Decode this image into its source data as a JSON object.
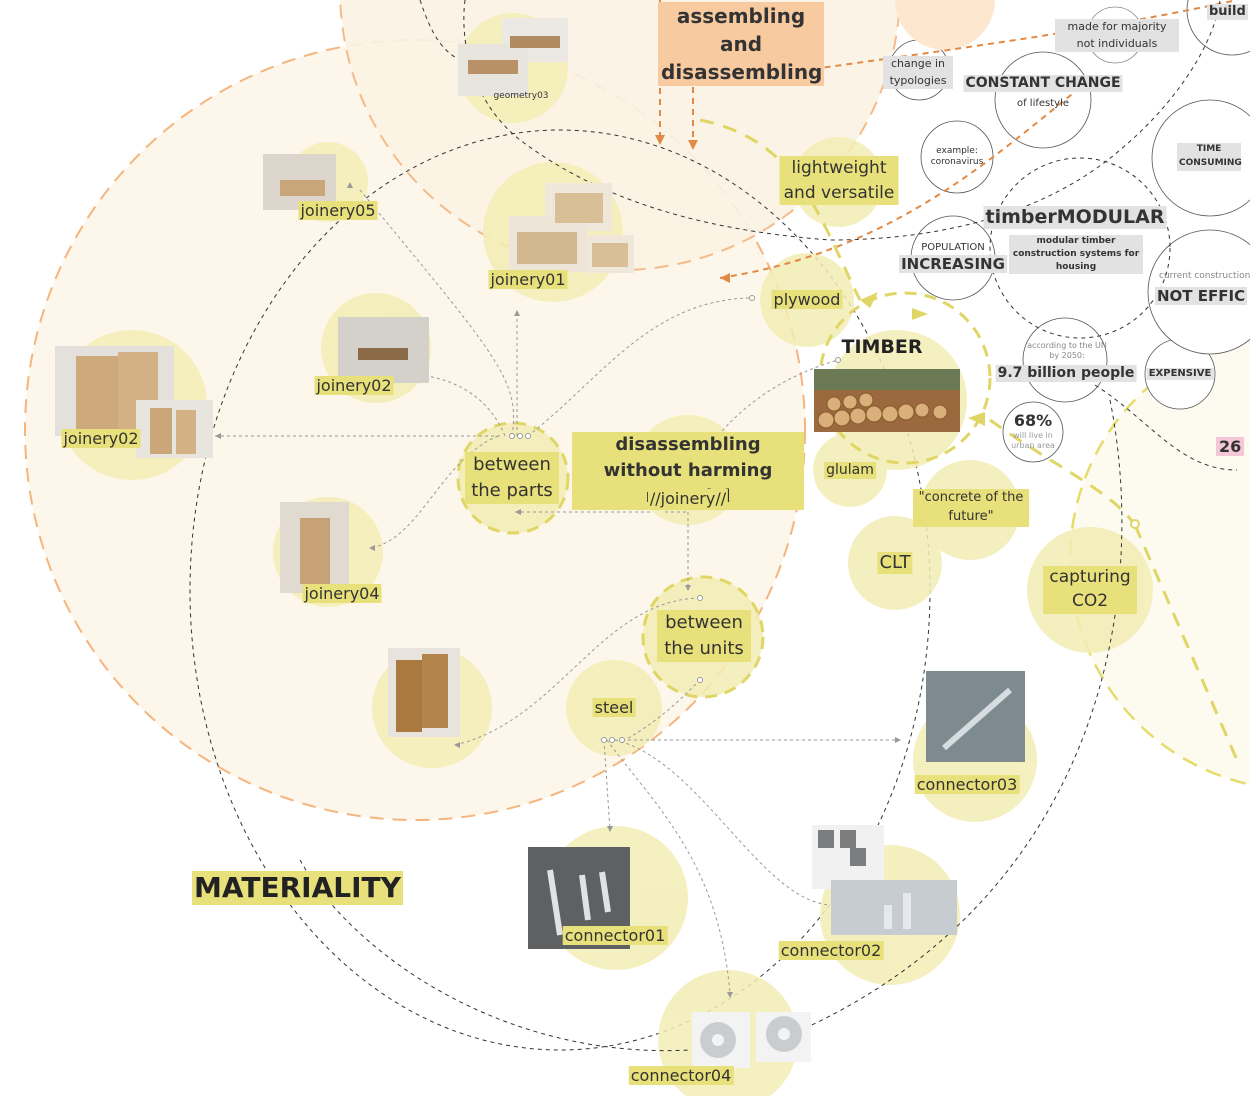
{
  "diagram": {
    "title": "MATERIALITY",
    "nodes": {
      "assembling": "assembling and disassembling",
      "geometry03": "geometry03",
      "joinery05": "joinery05",
      "joinery01": "joinery01",
      "joinery02_a": "joinery02",
      "joinery02_b": "joinery02",
      "joinery04": "joinery04",
      "between_parts": "between the parts",
      "disassembling": "disassembling without harming material",
      "joinery_tag": "//joinery//",
      "between_units": "between the units",
      "steel": "steel",
      "lightweight": "lightweight and versatile",
      "plywood": "plywood",
      "timber": "TIMBER",
      "glulam": "glulam",
      "concrete_future": "\"concrete of the future\"",
      "clt": "CLT",
      "capturing": "capturing CO2",
      "connector01": "connector01",
      "connector02": "connector02",
      "connector03": "connector03",
      "connector04": "connector04"
    },
    "context": {
      "made_for": "made for majority not individuals",
      "change_typologies": "change in typologies",
      "constant_change": "CONSTANT CHANGE",
      "of_lifestyle": "of lifestyle",
      "example": "example: coronavirus",
      "timber_modular": "timberMODULAR",
      "modular_sub": "modular timber construction systems for housing",
      "population": "POPULATION",
      "increasing": "INCREASING",
      "according": "according to the UN by 2050:",
      "billion": "9.7 billion people",
      "pct": "68%",
      "pct_sub": "will live in urban area",
      "expensive": "EXPENSIVE",
      "time_consuming": "TIME CONSUMING",
      "current_construction": "current construction",
      "not_efficient": "NOT EFFIC",
      "build": "build",
      "num26": "26"
    }
  }
}
